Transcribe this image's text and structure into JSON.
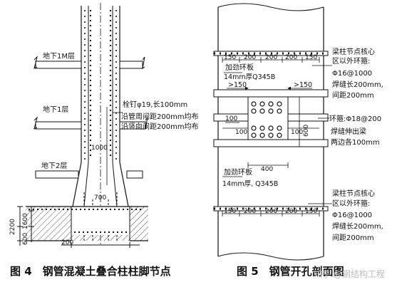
{
  "fig4": {
    "floors": [
      "地下1M层",
      "地下1层",
      "地下2层"
    ],
    "stud_note": "栓钉φ19,长100mm",
    "spacing_note_1": "沿管周间距200mm均布",
    "spacing_note_2": "沿竖向间距200mm均布",
    "dim_1000": "1000",
    "dim_700": "700",
    "dim_2200": "2200",
    "dim_1600": "1600",
    "dim_600": "600",
    "dim_200": "200",
    "caption": "图 4　钢管混凝土叠合柱柱脚节点"
  },
  "fig5": {
    "top_dims": [
      "150",
      "200",
      "200",
      "200",
      "150"
    ],
    "bot_dims": [
      "150",
      "200",
      "200",
      "200",
      "150"
    ],
    "core_title_1": "梁柱节点核心",
    "core_title_2": "区以外环箍:",
    "core_bar": "Φ16@1000",
    "core_weld": "焊缝长200mm,",
    "core_spacing": "间距200mm",
    "core2_title_1": "梁柱节点核心",
    "core2_title_2": "区以外环箍:",
    "core2_bar": "Φ16@1000",
    "core2_weld": "焊缝长200mm,",
    "core2_spacing": "间距200mm",
    "plate_label": "加劲环板",
    "plate_spec": "14mm厚Q345B",
    "plate2_label": "加劲环板",
    "plate2_spec": "14mm厚, Q345B",
    "gt150": ">150",
    "gt150_r": ">150",
    "hoop_label": "环箍:Φ18@200",
    "weld_note_1": "焊缝伸出梁",
    "weld_note_2": "两边各100mm",
    "dim_100a": "100",
    "dim_100b": "100",
    "dim_100c": "100",
    "dim_400": "400",
    "dim_600v": "600",
    "caption": "图 5　钢管开孔剖面图"
  },
  "watermark": "知乎 @钢结构工程"
}
